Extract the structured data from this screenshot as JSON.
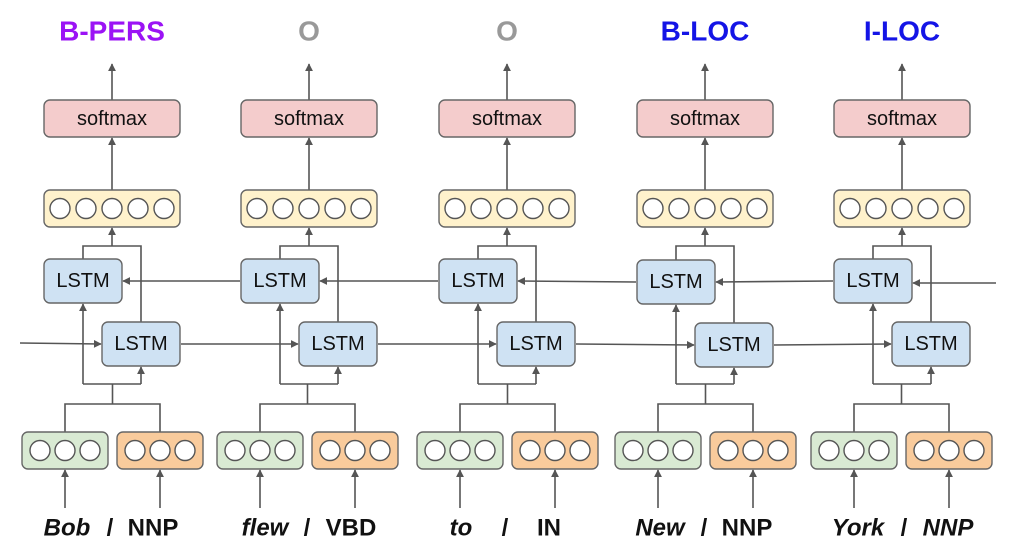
{
  "softmax_label": "softmax",
  "lstm_label": "LSTM",
  "separator": "/",
  "colors": {
    "tag_person": "#9b13f5",
    "tag_location": "#1414e6",
    "tag_other": "#999999",
    "softmax_fill": "#f4cccc",
    "output_fill": "#fff2cc",
    "lstm_fill": "#cfe2f3",
    "word_embedding_fill": "#d9ead3",
    "pos_embedding_fill": "#f9cb9c",
    "line": "#555555"
  },
  "columns": [
    {
      "tag": "B-PERS",
      "tag_color": "#9b13f5",
      "word": "Bob",
      "pos": "NNP",
      "pos_italic": false
    },
    {
      "tag": "O",
      "tag_color": "#999999",
      "word": "flew",
      "pos": "VBD",
      "pos_italic": false
    },
    {
      "tag": "O",
      "tag_color": "#999999",
      "word": "to",
      "pos": "IN",
      "pos_italic": false
    },
    {
      "tag": "B-LOC",
      "tag_color": "#1414e6",
      "word": "New",
      "pos": "NNP",
      "pos_italic": false
    },
    {
      "tag": "I-LOC",
      "tag_color": "#1414e6",
      "word": "York",
      "pos": "NNP",
      "pos_italic": true
    }
  ]
}
